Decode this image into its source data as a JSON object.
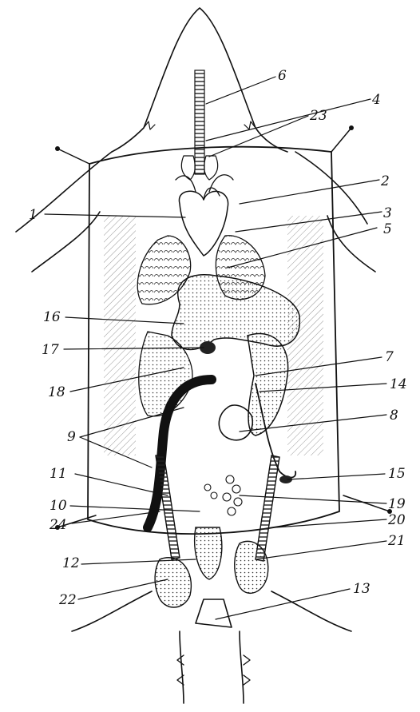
{
  "diagram": {
    "labels": [
      {
        "id": "label-1",
        "text": "1"
      },
      {
        "id": "label-2",
        "text": "2"
      },
      {
        "id": "label-3",
        "text": "3"
      },
      {
        "id": "label-4",
        "text": "4"
      },
      {
        "id": "label-5",
        "text": "5"
      },
      {
        "id": "label-6",
        "text": "6"
      },
      {
        "id": "label-7",
        "text": "7"
      },
      {
        "id": "label-8",
        "text": "8"
      },
      {
        "id": "label-9",
        "text": "9"
      },
      {
        "id": "label-10",
        "text": "10"
      },
      {
        "id": "label-11",
        "text": "11"
      },
      {
        "id": "label-12",
        "text": "12"
      },
      {
        "id": "label-13",
        "text": "13"
      },
      {
        "id": "label-14",
        "text": "14"
      },
      {
        "id": "label-15",
        "text": "15"
      },
      {
        "id": "label-16",
        "text": "16"
      },
      {
        "id": "label-17",
        "text": "17"
      },
      {
        "id": "label-18",
        "text": "18"
      },
      {
        "id": "label-19",
        "text": "19"
      },
      {
        "id": "label-20",
        "text": "20"
      },
      {
        "id": "label-21",
        "text": "21"
      },
      {
        "id": "label-22",
        "text": "22"
      },
      {
        "id": "label-23",
        "text": "23"
      },
      {
        "id": "label-24",
        "text": "24"
      }
    ]
  }
}
